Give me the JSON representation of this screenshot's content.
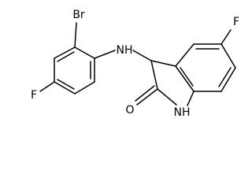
{
  "molecule": {
    "atoms": {
      "br": "Br",
      "nh_linker": "NH",
      "f_left": "F",
      "f_right": "F",
      "nh_ring": "NH",
      "o": "O"
    }
  }
}
